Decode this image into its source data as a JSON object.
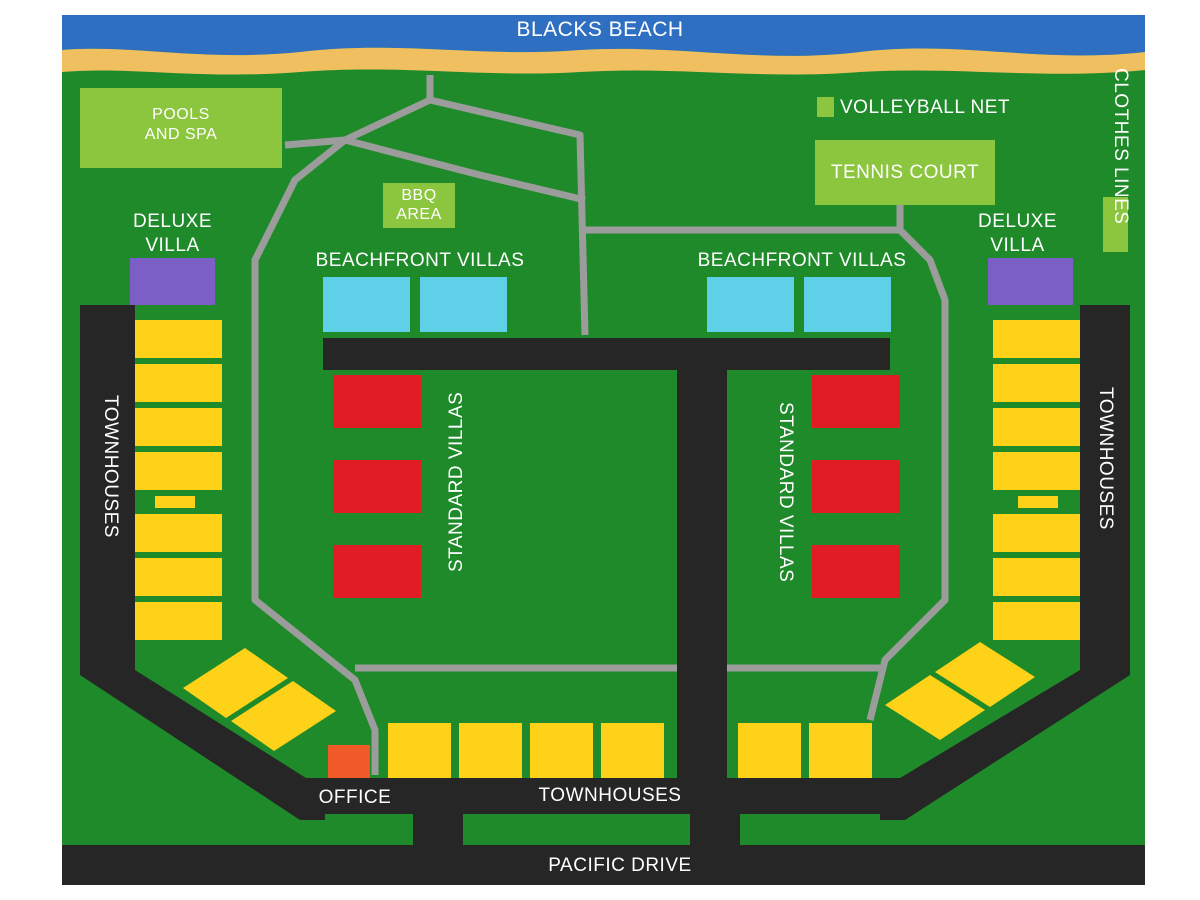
{
  "labels": {
    "beach": "BLACKS BEACH",
    "pools_spa": "POOLS\nAND SPA",
    "bbq_area": "BBQ\nAREA",
    "volleyball_net": "VOLLEYBALL NET",
    "tennis_court": "TENNIS COURT",
    "clothes_lines": "CLOTHES LINES",
    "deluxe_villa_left": "DELUXE\nVILLA",
    "deluxe_villa_right": "DELUXE\nVILLA",
    "beachfront_villas_left": "BEACHFRONT VILLAS",
    "beachfront_villas_right": "BEACHFRONT VILLAS",
    "standard_villas_left": "STANDARD VILLAS",
    "standard_villas_right": "STANDARD VILLAS",
    "townhouses_left": "TOWNHOUSES",
    "townhouses_right": "TOWNHOUSES",
    "townhouses_bottom": "TOWNHOUSES",
    "office": "OFFICE",
    "road": "PACIFIC DRIVE"
  },
  "colors": {
    "ocean": "#2f6fc2",
    "sand": "#f0c060",
    "grass": "#1f8a2a",
    "grass_dark": "#17751f",
    "path": "#9c9c9c",
    "road": "#262626",
    "amenity": "#8cc63f",
    "beachfront_villa": "#5fd0e8",
    "standard_villa": "#e01c24",
    "townhouse": "#ffd21a",
    "deluxe_villa": "#7b5fc6",
    "office": "#f05a28",
    "label_text": "#ffffff"
  }
}
